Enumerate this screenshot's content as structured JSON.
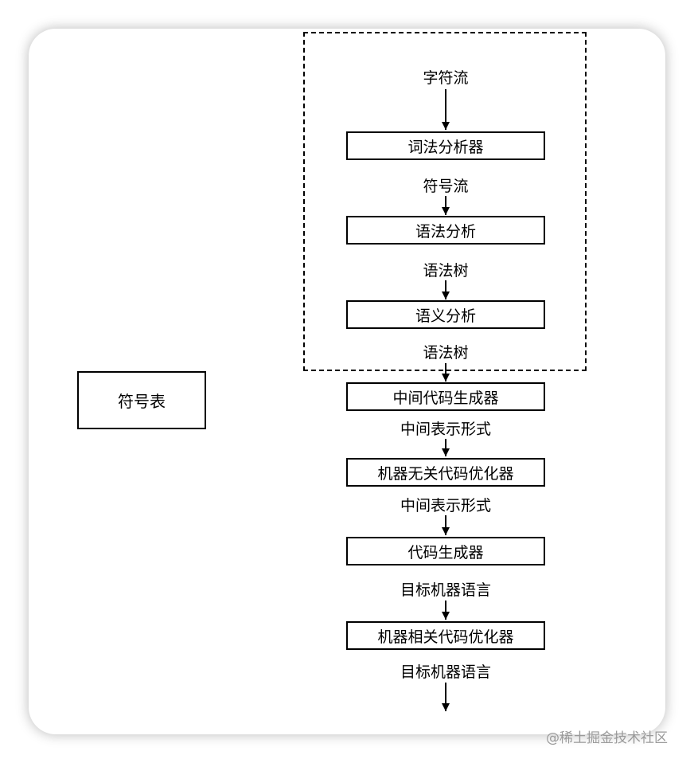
{
  "flow": {
    "start_label": "字符流",
    "stages": [
      {
        "box": "词法分析器",
        "output": "符号流"
      },
      {
        "box": "语法分析",
        "output": "语法树"
      },
      {
        "box": "语义分析",
        "output": "语法树"
      },
      {
        "box": "中间代码生成器",
        "output": "中间表示形式"
      },
      {
        "box": "机器无关代码优化器",
        "output": "中间表示形式"
      },
      {
        "box": "代码生成器",
        "output": "目标机器语言"
      },
      {
        "box": "机器相关代码优化器",
        "output": "目标机器语言"
      }
    ]
  },
  "symbol_table": "符号表",
  "watermark": "@稀土掘金技术社区"
}
